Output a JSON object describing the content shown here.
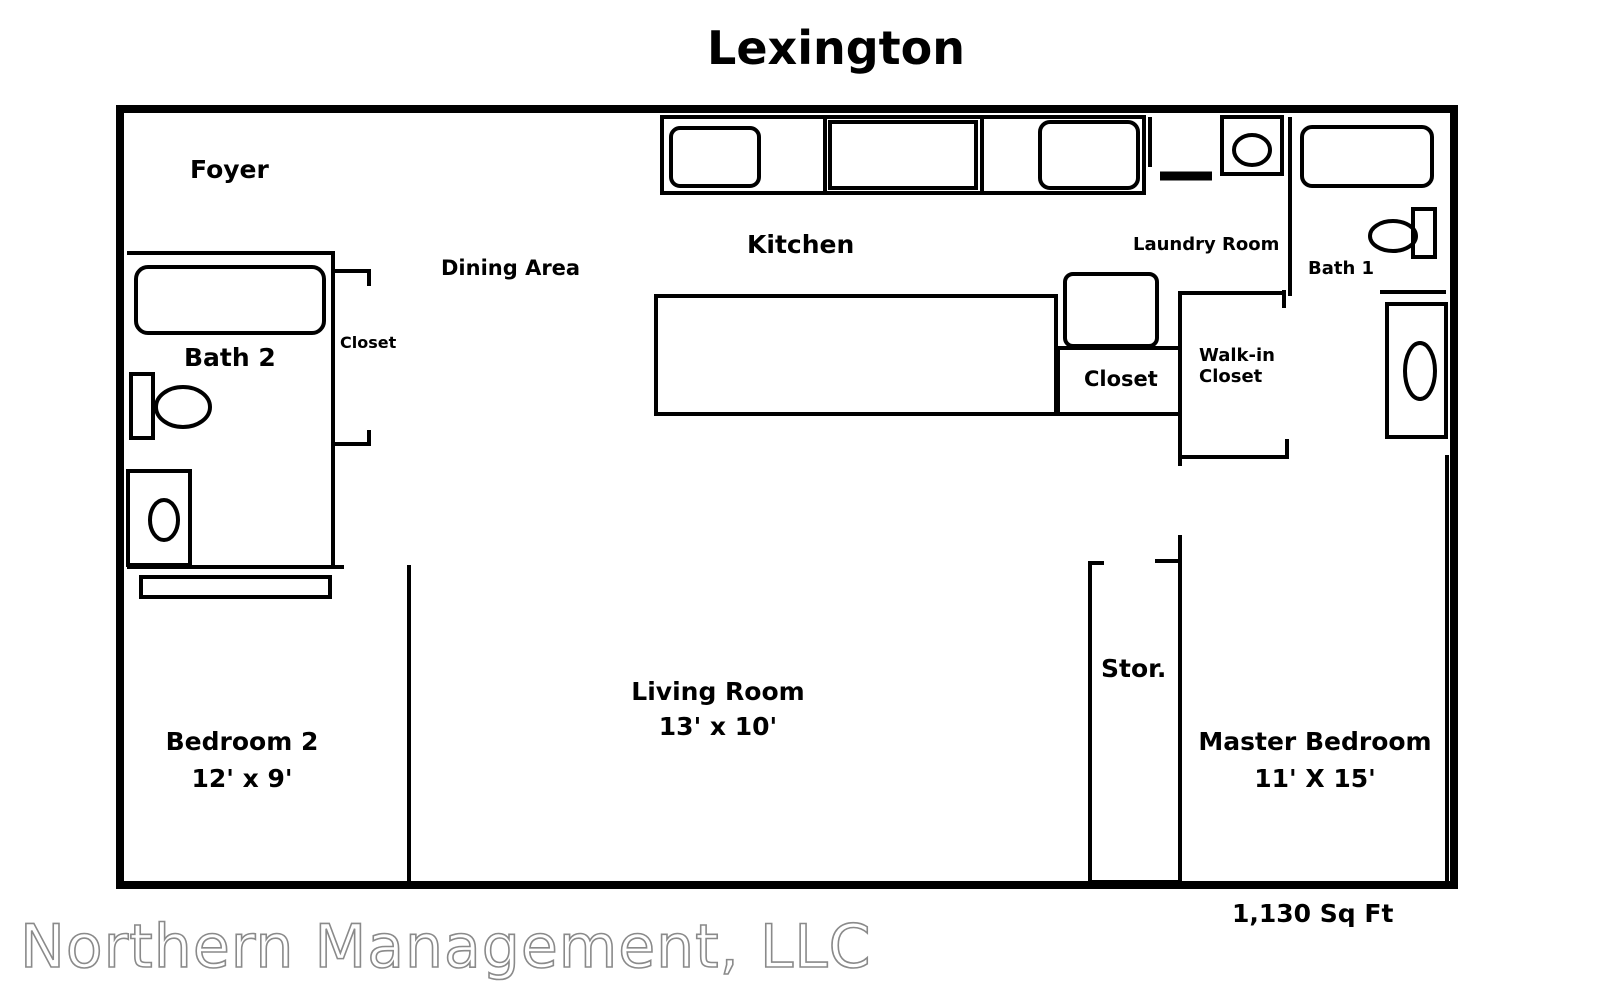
{
  "title": "Lexington",
  "rooms": {
    "foyer": "Foyer",
    "dining": "Dining Area",
    "kitchen": "Kitchen",
    "laundry": "Laundry Room",
    "bath1": "Bath 1",
    "bath2": "Bath 2",
    "closet_left": "Closet",
    "closet_mid": "Closet",
    "walkin_line1": "Walk-in",
    "walkin_line2": "Closet",
    "storage": "Stor.",
    "living": "Living Room",
    "living_dims": "13' x 10'",
    "bedroom2": "Bedroom 2",
    "bedroom2_dims": "12' x 9'",
    "master": "Master Bedroom",
    "master_dims": "11' X 15'"
  },
  "area": "1,130 Sq Ft",
  "watermark": "Northern Management, LLC"
}
